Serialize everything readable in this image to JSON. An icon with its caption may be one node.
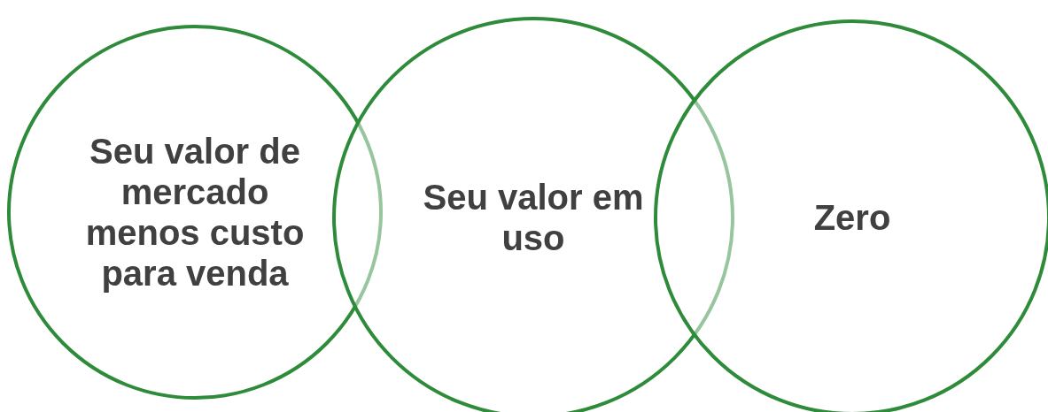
{
  "diagram": {
    "nodes": [
      {
        "text": [
          "Seu valor de mercado menos custo para venda"
        ]
      },
      {
        "text": [
          "Seu valor em uso"
        ]
      },
      {
        "text": [
          "Zero"
        ]
      }
    ]
  }
}
